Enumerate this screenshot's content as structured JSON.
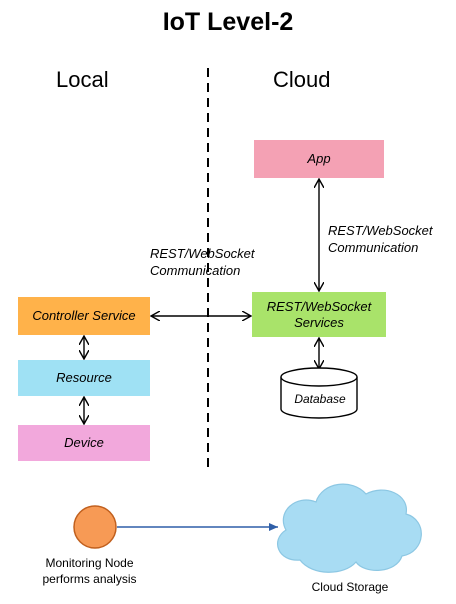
{
  "title": "IoT Level-2",
  "regions": {
    "local": "Local",
    "cloud": "Cloud"
  },
  "nodes": {
    "app": "App",
    "rest_services": [
      "REST/WebSocket",
      "Services"
    ],
    "database": "Database",
    "controller_service": "Controller Service",
    "resource": "Resource",
    "device": "Device"
  },
  "edges": {
    "local_to_cloud": [
      "REST/WebSocket",
      "Communication"
    ],
    "app_to_services": [
      "REST/WebSocket",
      "Communication"
    ]
  },
  "monitoring": {
    "node_label": [
      "Monitoring Node",
      "performs analysis"
    ],
    "storage_label": "Cloud Storage"
  },
  "colors": {
    "app": "#f4a1b4",
    "rest_services": "#a9e36a",
    "controller_service": "#ffb24a",
    "resource": "#9fe1f4",
    "device": "#f2a8dc",
    "monitoring_node": "#f79a55",
    "cloud_storage": "#a8dcf3",
    "monitor_arrow": "#2f5fa8"
  }
}
